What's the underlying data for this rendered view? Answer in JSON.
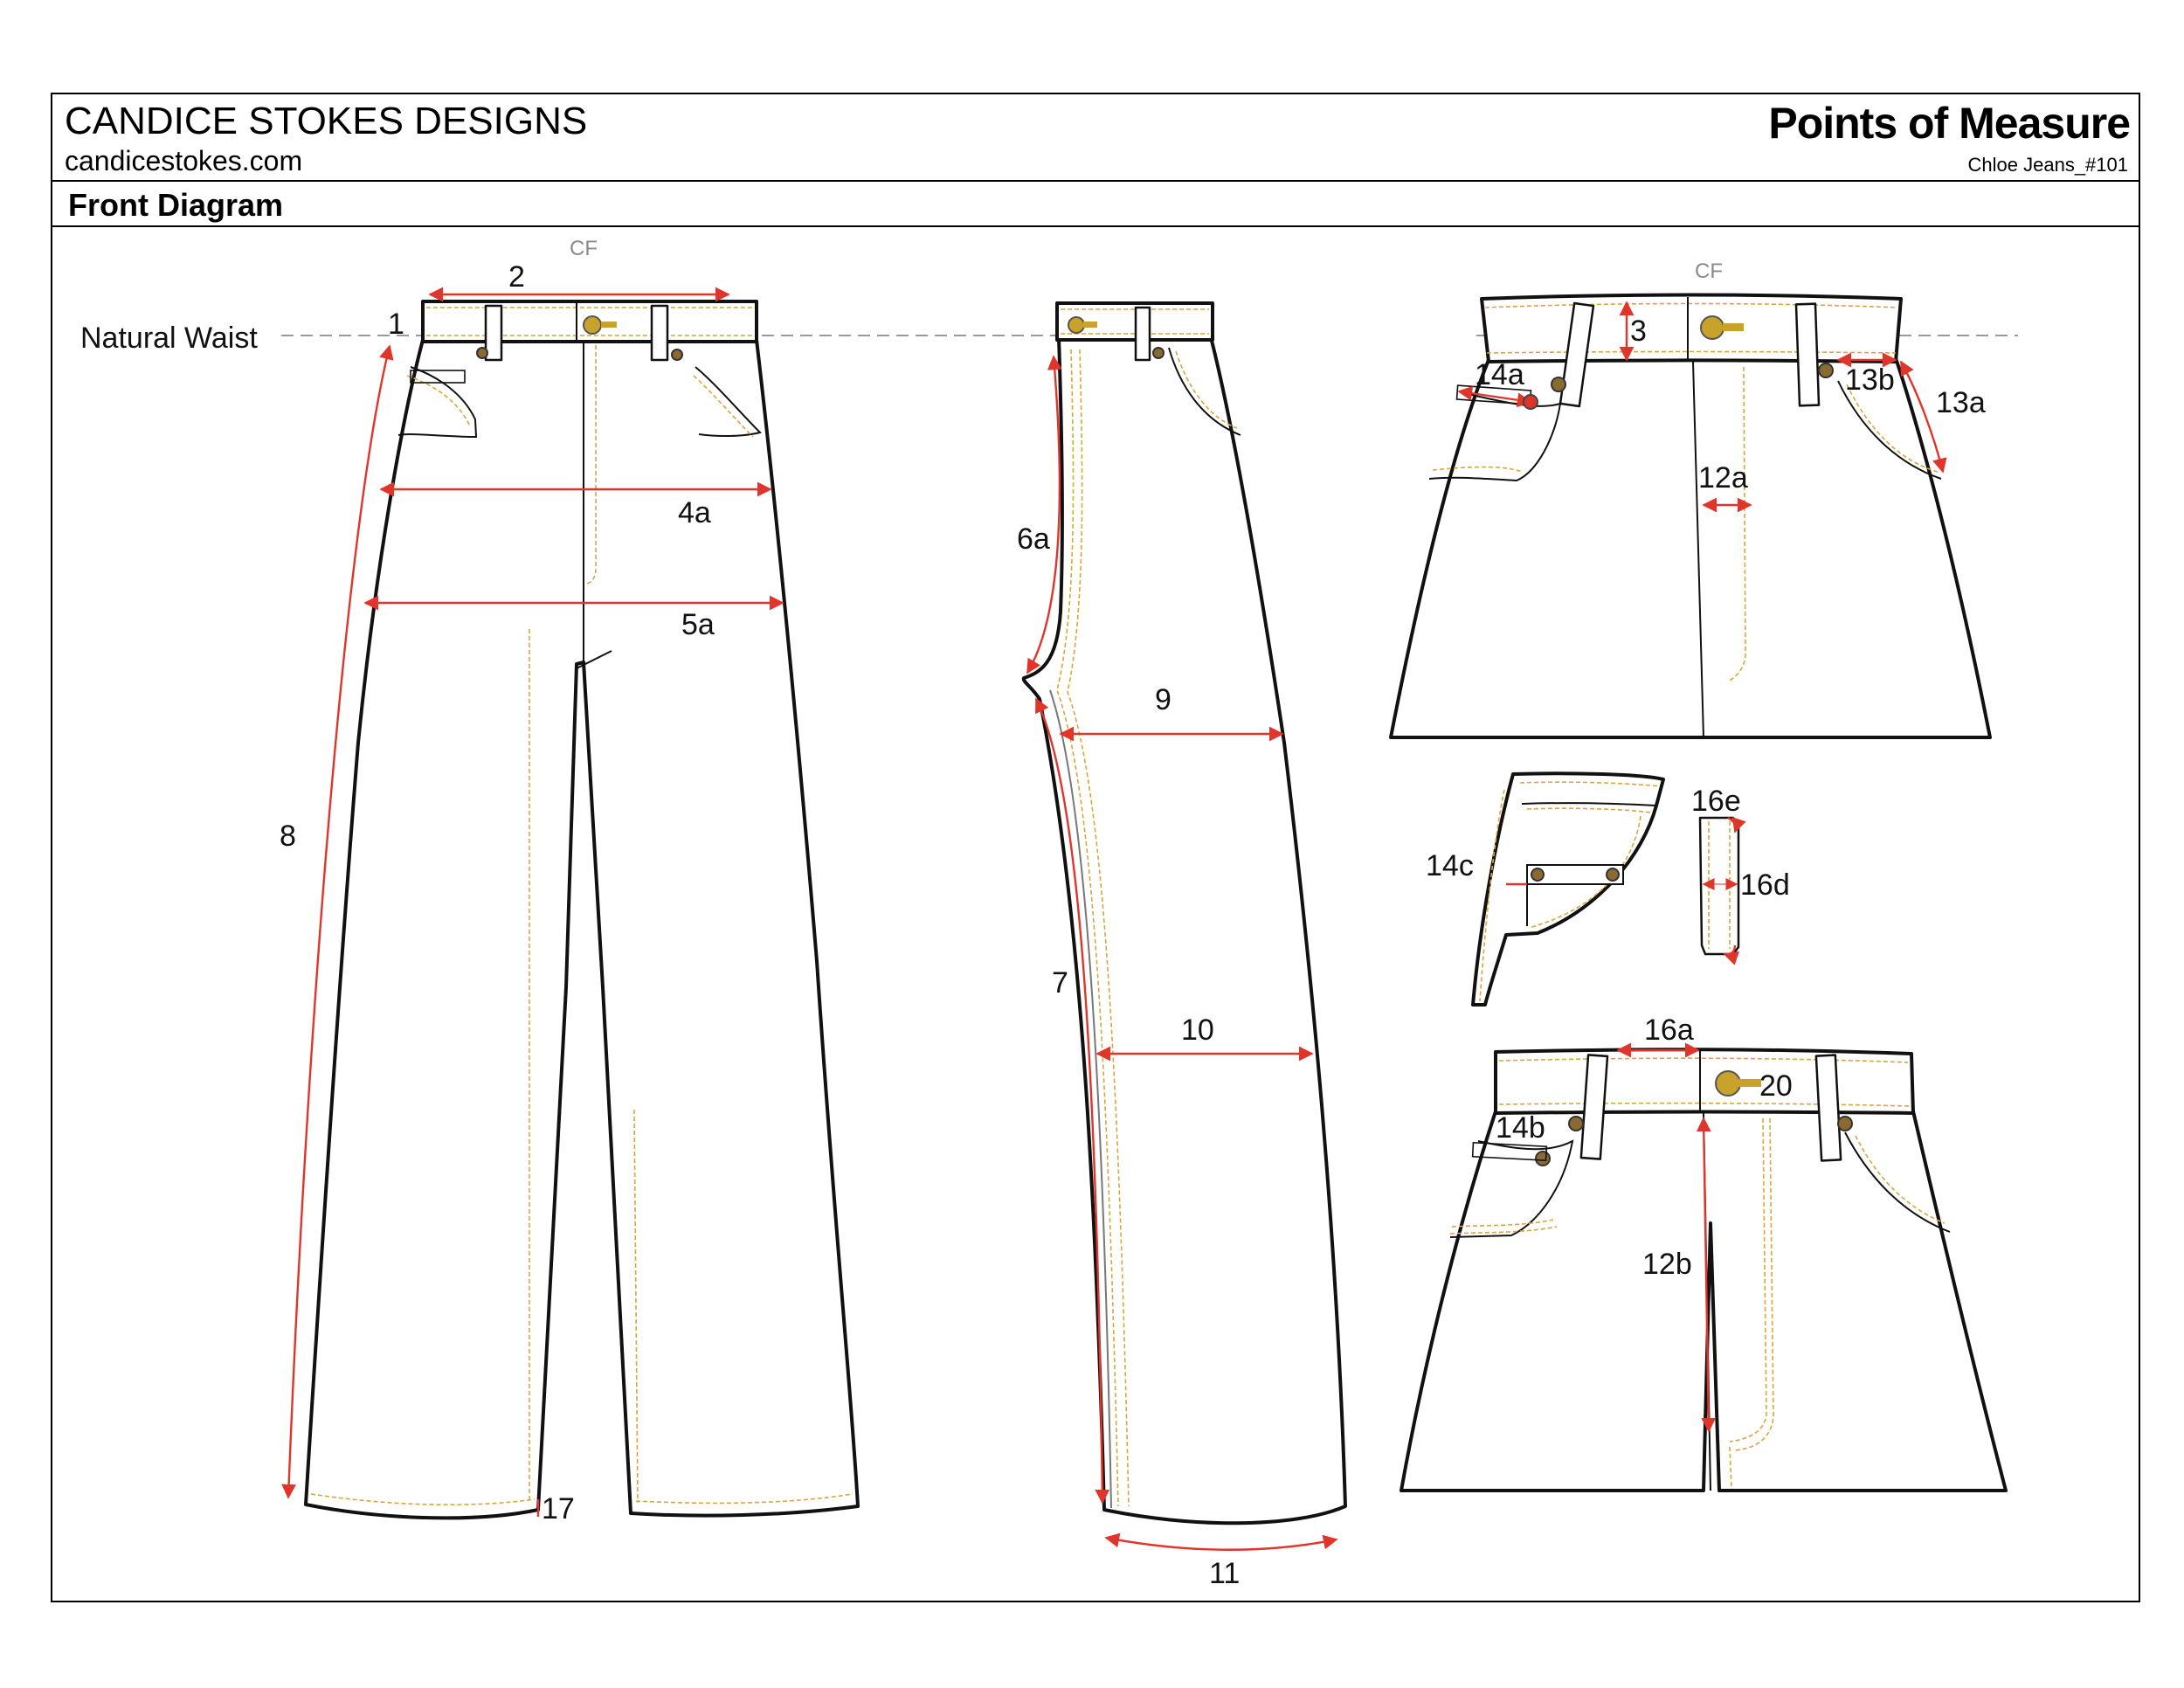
{
  "header": {
    "brand_name": "CANDICE STOKES DESIGNS",
    "brand_url": "candicestokes.com",
    "sheet_title": "Points of Measure",
    "style_code": "Chloe Jeans_#101"
  },
  "section": {
    "title": "Front Diagram"
  },
  "reference": {
    "waist_line_label": "Natural Waist",
    "center_front_label": "CF"
  },
  "measure_points": {
    "p1": "1",
    "p2": "2",
    "p3": "3",
    "p4a": "4a",
    "p5a": "5a",
    "p6a": "6a",
    "p7": "7",
    "p8": "8",
    "p9": "9",
    "p10": "10",
    "p11": "11",
    "p12a": "12a",
    "p12b": "12b",
    "p13a": "13a",
    "p13b": "13b",
    "p14a": "14a",
    "p14b": "14b",
    "p14c": "14c",
    "p16a": "16a",
    "p16d": "16d",
    "p16e": "16e",
    "p17": "17",
    "p20": "20"
  },
  "colors": {
    "measure_line": "#e0352b",
    "topstitch": "#d9a63a",
    "button": "#c8a22a",
    "outline": "#111111"
  }
}
